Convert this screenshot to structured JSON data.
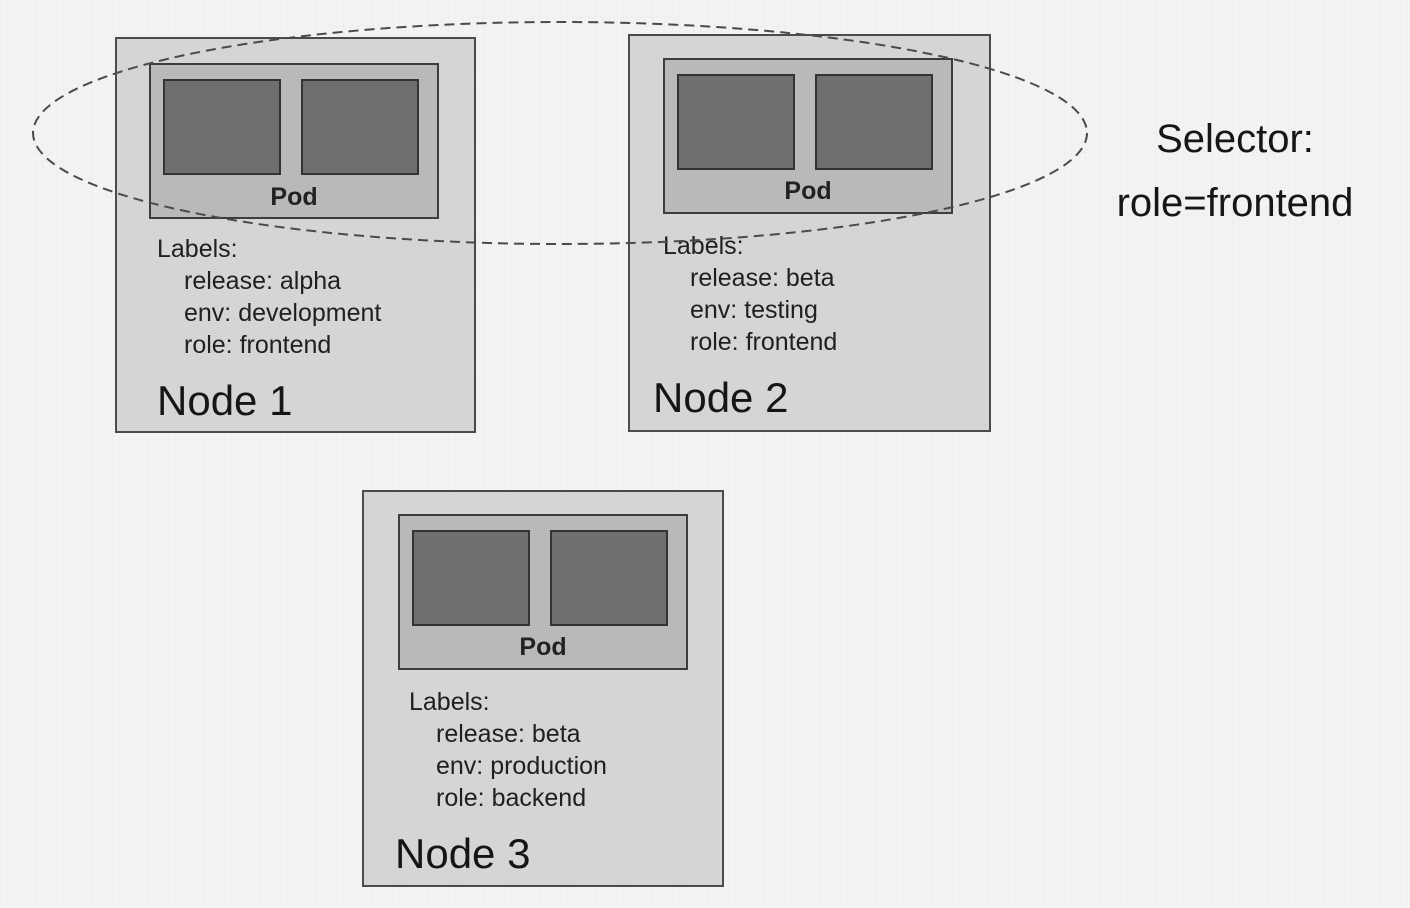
{
  "selector": {
    "title": "Selector:",
    "expression": "role=frontend"
  },
  "nodes": [
    {
      "title": "Node 1",
      "pod_label": "Pod",
      "labels_heading": "Labels:",
      "labels": [
        "release: alpha",
        "env: development",
        "role: frontend"
      ]
    },
    {
      "title": "Node 2",
      "pod_label": "Pod",
      "labels_heading": "Labels:",
      "labels": [
        "release: beta",
        "env: testing",
        "role: frontend"
      ]
    },
    {
      "title": "Node 3",
      "pod_label": "Pod",
      "labels_heading": "Labels:",
      "labels": [
        "release: beta",
        "env: production",
        "role: backend"
      ]
    }
  ]
}
